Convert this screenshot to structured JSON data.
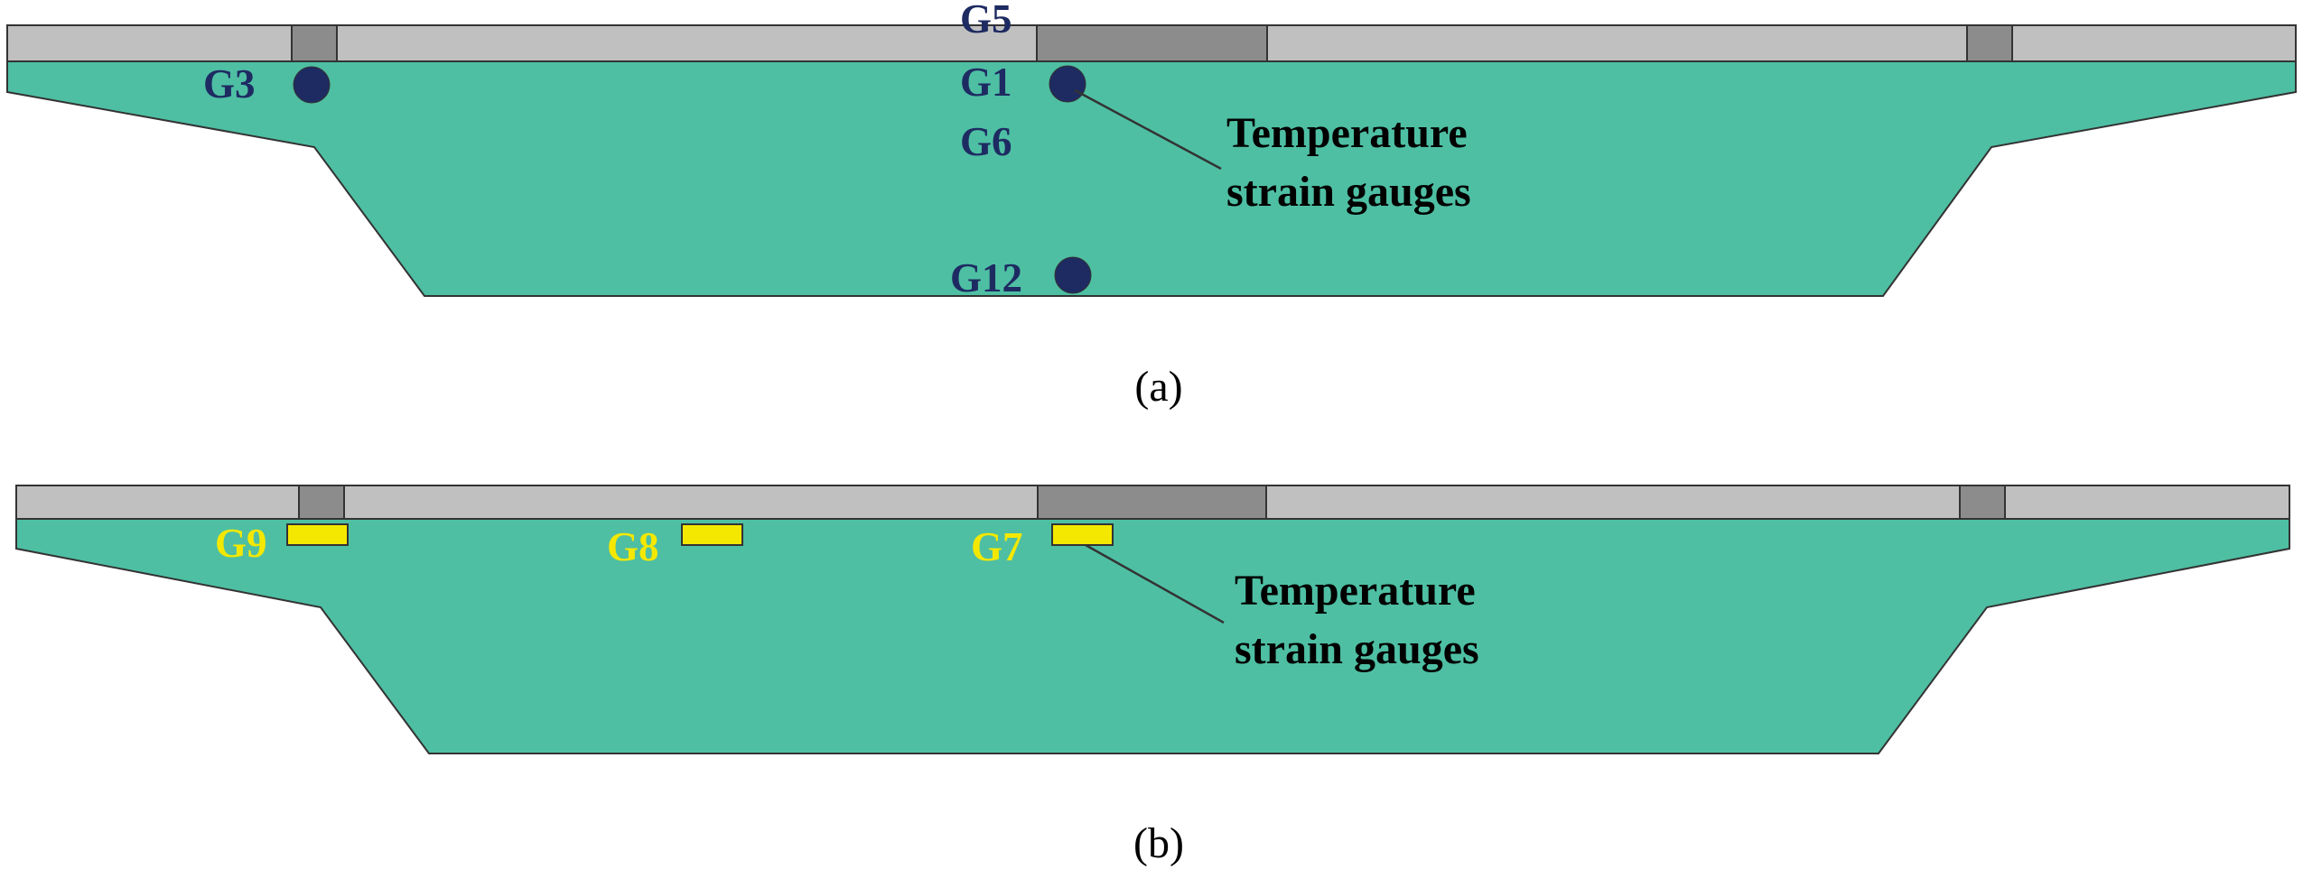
{
  "colors": {
    "concrete_fill": "#4ebfa3",
    "pavement_light": "#c0c0c0",
    "pavement_dark": "#8c8c8c",
    "gauge_marker_a": "#1e2b62",
    "gauge_marker_b": "#f4e800",
    "label_a": "#1e2b62",
    "label_b": "#f4e800",
    "outline": "#333333"
  },
  "panel_a": {
    "caption": "(a)",
    "annotation_line1": "Temperature",
    "annotation_line2": "strain gauges",
    "gauges": {
      "g5": "G5",
      "g3": "G3",
      "g1": "G1",
      "g6": "G6",
      "g12": "G12"
    }
  },
  "panel_b": {
    "caption": "(b)",
    "annotation_line1": "Temperature",
    "annotation_line2": "strain gauges",
    "gauges": {
      "g9": "G9",
      "g8": "G8",
      "g7": "G7"
    }
  }
}
